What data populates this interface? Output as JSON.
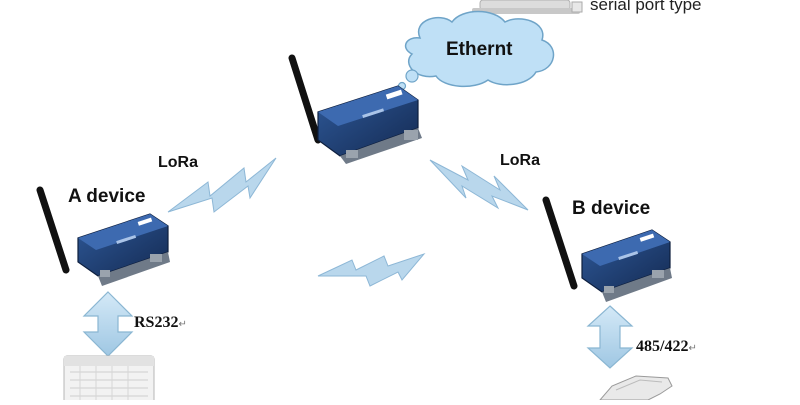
{
  "top_right_text": "serial port type",
  "cloud_label": "Ethernt",
  "lora_left_label": "LoRa",
  "lora_right_label": "LoRa",
  "device_a_label": "A device",
  "device_b_label": "B device",
  "rs232_label": "RS232",
  "rs485_label": "485/422",
  "return_mark": "↵",
  "colors": {
    "lightning": "#b9d7ec",
    "lightning_stroke": "#8db7d6",
    "arrow": "#b6d8ee",
    "arrow_stroke": "#8ab6d2",
    "cloud": "#bfe0f6",
    "cloud_stroke": "#6fa4c8",
    "device_body": "#1f3a6b",
    "antenna": "#111111"
  }
}
